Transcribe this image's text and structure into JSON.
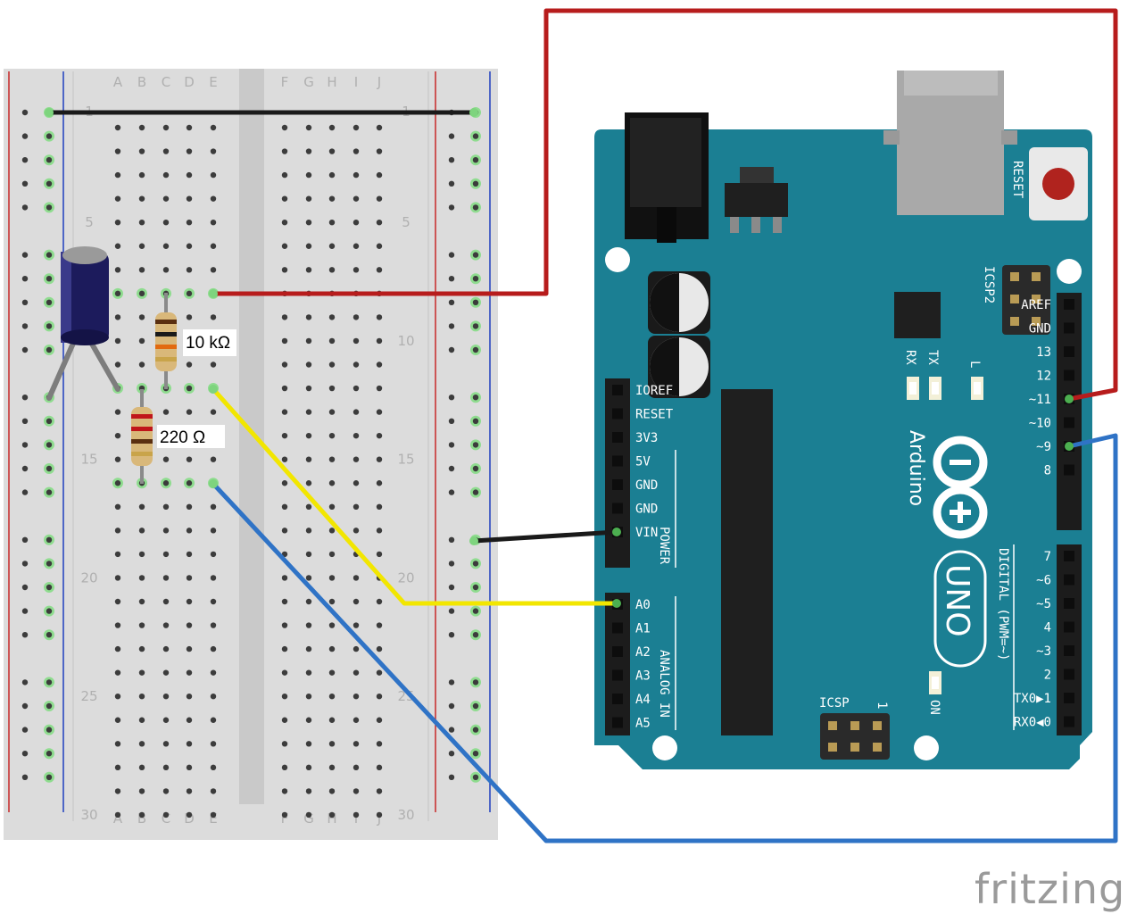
{
  "breadboard": {
    "columns_left": [
      "A",
      "B",
      "C",
      "D",
      "E"
    ],
    "columns_right": [
      "F",
      "G",
      "H",
      "I",
      "J"
    ],
    "row_numbers": [
      "1",
      "5",
      "10",
      "15",
      "20",
      "25",
      "30"
    ]
  },
  "components": {
    "resistor_1_label": "10 kΩ",
    "resistor_2_label": "220 Ω"
  },
  "arduino": {
    "reset_label": "RESET",
    "icsp2_label": "ICSP2",
    "icsp_label": "ICSP",
    "icsp_pin1": "1",
    "led_labels": [
      "RX",
      "TX",
      "L"
    ],
    "on_label": "ON",
    "brand": "Arduino",
    "model": "UNO",
    "power_header": [
      "IOREF",
      "RESET",
      "3V3",
      "5V",
      "GND",
      "GND",
      "VIN"
    ],
    "power_group_label": "POWER",
    "analog_header": [
      "A0",
      "A1",
      "A2",
      "A3",
      "A4",
      "A5"
    ],
    "analog_group_label": "ANALOG IN",
    "digital_header_top": [
      "AREF",
      "GND",
      "13",
      "12",
      "~11",
      "~10",
      "~9",
      "8"
    ],
    "digital_header_bottom": [
      "7",
      "~6",
      "~5",
      "4",
      "~3",
      "2",
      "TX0▶1",
      "RX0◀0"
    ],
    "digital_group_label": "DIGITAL (PWM=~)"
  },
  "wires": [
    {
      "name": "red",
      "color": "#b71c1c"
    },
    {
      "name": "black",
      "color": "#1a1a1a"
    },
    {
      "name": "yellow",
      "color": "#f2e600"
    },
    {
      "name": "blue",
      "color": "#2f73c6"
    }
  ],
  "colors": {
    "board": "#1b7f93",
    "breadboard": "#dcdcdc",
    "rail_red": "#c62828",
    "rail_blue": "#1e3fbf",
    "hole_active": "#7ed47e"
  },
  "footer": {
    "logo": "fritzing"
  }
}
